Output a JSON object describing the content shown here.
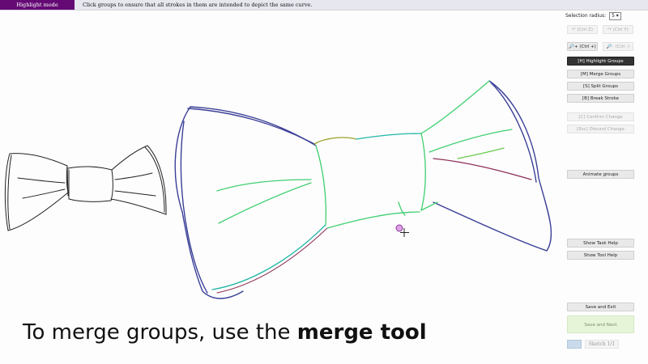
{
  "topbar": {
    "mode": "Highlight mode",
    "instruction": "Click groups to ensure that all strokes in them are intended to depict the same curve."
  },
  "panel": {
    "selection_radius_label": "Selection radius:",
    "selection_radius_value": "5",
    "undo": "↶ (Ctrl Z)",
    "redo": "↷ (Ctrl Y)",
    "zoom_in": "🔎+ (Ctrl +)",
    "zoom_out": "🔎- (Ctrl -)",
    "highlight_groups": "[H] Highlight Groups",
    "merge_groups": "[M] Merge Groups",
    "split_groups": "[S] Split Groups",
    "break_stroke": "[B] Break Stroke",
    "confirm_change": "[C] Confirm Change",
    "discard_change": "[Esc] Discard Change",
    "animate_groups": "Animate groups",
    "show_task_help": "Show Task Help",
    "show_tool_help": "Show Tool Help",
    "save_exit": "Save and Exit",
    "save_next": "Save and Next",
    "sketch_label": "Sketch 1/1"
  },
  "caption": {
    "prefix": "To merge groups, use the ",
    "bold": "merge tool"
  },
  "colors": {
    "mode_bg": "#650a75",
    "group_navy": "#3a3f96",
    "group_green": "#3fcf70",
    "group_teal": "#21b7a6",
    "group_olive": "#9aa12a",
    "group_maroon": "#8e3159",
    "group_lime": "#6acb4d"
  }
}
